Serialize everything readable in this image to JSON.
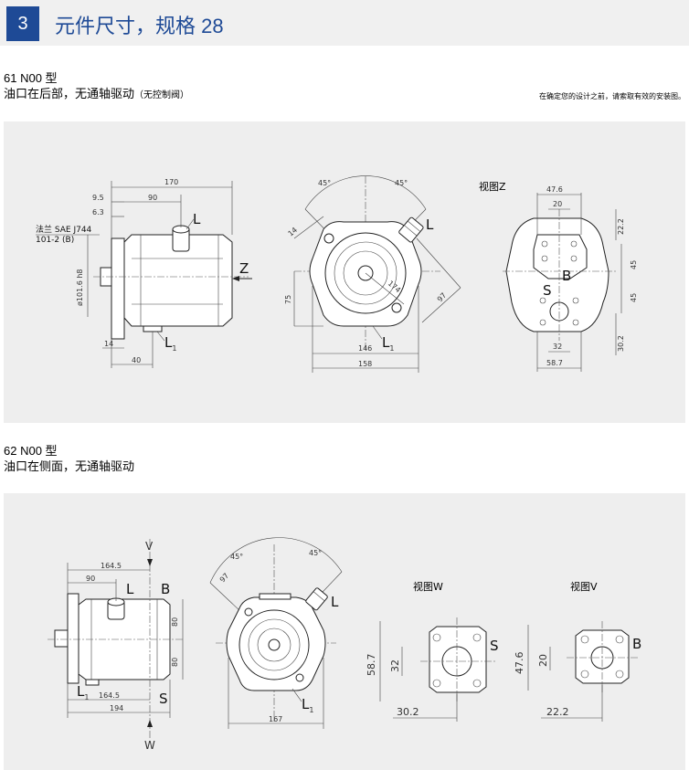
{
  "header": {
    "number": "3",
    "title": "元件尺寸，规格 28"
  },
  "section1": {
    "type": "61 N00 型",
    "desc": "油口在后部，无通轴驱动",
    "desc_note": "（无控制阀）",
    "note": "在确定您的设计之前，请索取有效的安装图。"
  },
  "section2": {
    "type": "62 N00 型",
    "desc": "油口在侧面，无通轴驱动"
  },
  "drawing1": {
    "flange_label": "法兰 SAE J744",
    "flange_sub": "101-2 (B)",
    "dims_side": [
      "170",
      "9.5",
      "90",
      "6.3",
      "14",
      "40",
      "ø101.6 h8"
    ],
    "port_L": "L",
    "port_L1": "L",
    "port_L1_sub": "1",
    "view_z_arrow": "Z",
    "dims_front": [
      "45°",
      "45°",
      "14",
      "75",
      "174",
      "97",
      "146",
      "158"
    ],
    "view_z_title": "视图Z",
    "dims_viewz": [
      "47.6",
      "20",
      "22.2",
      "45",
      "45",
      "32",
      "30.2",
      "58.7"
    ],
    "port_B": "B",
    "port_S": "S"
  },
  "drawing2": {
    "dims_side": [
      "164.5",
      "90",
      "80",
      "80",
      "164.5",
      "194"
    ],
    "port_L": "L",
    "port_B": "B",
    "port_S": "S",
    "port_L1": "L",
    "port_L1_sub": "1",
    "view_v_arrow": "V",
    "view_w_arrow": "W",
    "dims_front": [
      "45°",
      "45°",
      "97",
      "167"
    ],
    "view_w_title": "视图W",
    "dims_view_w": [
      "58.7",
      "32",
      "30.2"
    ],
    "view_v_title": "视图V",
    "dims_view_v": [
      "47.6",
      "20",
      "22.2"
    ]
  }
}
